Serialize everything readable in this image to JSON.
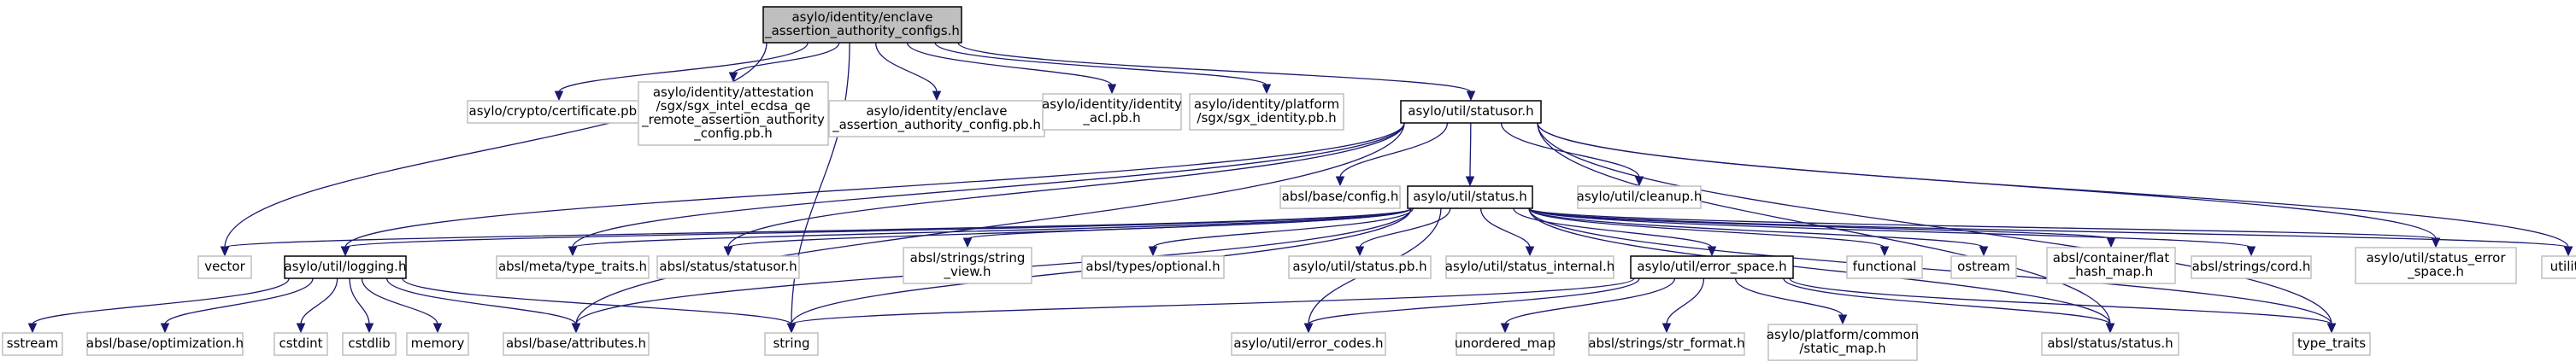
{
  "diagram": {
    "type": "include-dependency-graph",
    "colors": {
      "edge": "#191970",
      "main_fill": "#bfbfbf",
      "project_border": "#000000",
      "external_border": "#bfbfbf",
      "background": "#ffffff"
    },
    "nodes": [
      {
        "id": "root",
        "kind": "main",
        "lines": [
          "asylo/identity/enclave",
          "_assertion_authority_configs.h"
        ]
      },
      {
        "id": "certificate_pb",
        "kind": "ext",
        "lines": [
          "asylo/crypto/certificate.pb.h"
        ]
      },
      {
        "id": "ecdsa_qe_pb",
        "kind": "ext",
        "lines": [
          "asylo/identity/attestation",
          "/sgx/sgx_intel_ecdsa_qe",
          "_remote_assertion_authority",
          "_config.pb.h"
        ]
      },
      {
        "id": "enclave_aa_config_pb",
        "kind": "ext",
        "lines": [
          "asylo/identity/enclave",
          "_assertion_authority_config.pb.h"
        ]
      },
      {
        "id": "identity_acl_pb",
        "kind": "ext",
        "lines": [
          "asylo/identity/identity",
          "_acl.pb.h"
        ]
      },
      {
        "id": "sgx_identity_pb",
        "kind": "ext",
        "lines": [
          "asylo/identity/platform",
          "/sgx/sgx_identity.pb.h"
        ]
      },
      {
        "id": "statusor",
        "kind": "proj",
        "lines": [
          "asylo/util/statusor.h"
        ]
      },
      {
        "id": "base_config",
        "kind": "ext",
        "lines": [
          "absl/base/config.h"
        ]
      },
      {
        "id": "status",
        "kind": "proj",
        "lines": [
          "asylo/util/status.h"
        ]
      },
      {
        "id": "cleanup",
        "kind": "ext",
        "lines": [
          "asylo/util/cleanup.h"
        ]
      },
      {
        "id": "vector",
        "kind": "ext",
        "lines": [
          "vector"
        ]
      },
      {
        "id": "logging",
        "kind": "proj",
        "lines": [
          "asylo/util/logging.h"
        ]
      },
      {
        "id": "type_traits_meta",
        "kind": "ext",
        "lines": [
          "absl/meta/type_traits.h"
        ]
      },
      {
        "id": "absl_statusor",
        "kind": "ext",
        "lines": [
          "absl/status/statusor.h"
        ]
      },
      {
        "id": "string_view",
        "kind": "ext",
        "lines": [
          "absl/strings/string",
          "_view.h"
        ]
      },
      {
        "id": "optional",
        "kind": "ext",
        "lines": [
          "absl/types/optional.h"
        ]
      },
      {
        "id": "status_pb",
        "kind": "ext",
        "lines": [
          "asylo/util/status.pb.h"
        ]
      },
      {
        "id": "status_internal",
        "kind": "ext",
        "lines": [
          "asylo/util/status_internal.h"
        ]
      },
      {
        "id": "error_space",
        "kind": "proj",
        "lines": [
          "asylo/util/error_space.h"
        ]
      },
      {
        "id": "functional",
        "kind": "ext",
        "lines": [
          "functional"
        ]
      },
      {
        "id": "ostream",
        "kind": "ext",
        "lines": [
          "ostream"
        ]
      },
      {
        "id": "flat_hash_map",
        "kind": "ext",
        "lines": [
          "absl/container/flat",
          "_hash_map.h"
        ]
      },
      {
        "id": "cord",
        "kind": "ext",
        "lines": [
          "absl/strings/cord.h"
        ]
      },
      {
        "id": "status_error_space",
        "kind": "ext",
        "lines": [
          "asylo/util/status_error",
          "_space.h"
        ]
      },
      {
        "id": "utility",
        "kind": "ext",
        "lines": [
          "utility"
        ]
      },
      {
        "id": "sstream",
        "kind": "ext",
        "lines": [
          "sstream"
        ]
      },
      {
        "id": "optimization",
        "kind": "ext",
        "lines": [
          "absl/base/optimization.h"
        ]
      },
      {
        "id": "cstdint",
        "kind": "ext",
        "lines": [
          "cstdint"
        ]
      },
      {
        "id": "cstdlib",
        "kind": "ext",
        "lines": [
          "cstdlib"
        ]
      },
      {
        "id": "memory",
        "kind": "ext",
        "lines": [
          "memory"
        ]
      },
      {
        "id": "attributes",
        "kind": "ext",
        "lines": [
          "absl/base/attributes.h"
        ]
      },
      {
        "id": "string",
        "kind": "ext",
        "lines": [
          "string"
        ]
      },
      {
        "id": "error_codes",
        "kind": "ext",
        "lines": [
          "asylo/util/error_codes.h"
        ]
      },
      {
        "id": "unordered_map",
        "kind": "ext",
        "lines": [
          "unordered_map"
        ]
      },
      {
        "id": "str_format",
        "kind": "ext",
        "lines": [
          "absl/strings/str_format.h"
        ]
      },
      {
        "id": "static_map",
        "kind": "ext",
        "lines": [
          "asylo/platform/common",
          "/static_map.h"
        ]
      },
      {
        "id": "absl_status",
        "kind": "ext",
        "lines": [
          "absl/status/status.h"
        ]
      },
      {
        "id": "type_traits",
        "kind": "ext",
        "lines": [
          "type_traits"
        ]
      }
    ],
    "edges": [
      [
        "root",
        "certificate_pb"
      ],
      [
        "root",
        "ecdsa_qe_pb"
      ],
      [
        "root",
        "enclave_aa_config_pb"
      ],
      [
        "root",
        "identity_acl_pb"
      ],
      [
        "root",
        "sgx_identity_pb"
      ],
      [
        "root",
        "statusor"
      ],
      [
        "root",
        "vector"
      ],
      [
        "root",
        "string"
      ],
      [
        "statusor",
        "base_config"
      ],
      [
        "statusor",
        "status"
      ],
      [
        "statusor",
        "cleanup"
      ],
      [
        "statusor",
        "logging"
      ],
      [
        "statusor",
        "type_traits_meta"
      ],
      [
        "statusor",
        "absl_statusor"
      ],
      [
        "statusor",
        "attributes"
      ],
      [
        "statusor",
        "status_error_space"
      ],
      [
        "statusor",
        "utility"
      ],
      [
        "statusor",
        "type_traits"
      ],
      [
        "statusor",
        "absl_status"
      ],
      [
        "status",
        "vector"
      ],
      [
        "status",
        "logging"
      ],
      [
        "status",
        "type_traits_meta"
      ],
      [
        "status",
        "absl_statusor"
      ],
      [
        "status",
        "string_view"
      ],
      [
        "status",
        "optional"
      ],
      [
        "status",
        "status_pb"
      ],
      [
        "status",
        "status_internal"
      ],
      [
        "status",
        "error_space"
      ],
      [
        "status",
        "functional"
      ],
      [
        "status",
        "ostream"
      ],
      [
        "status",
        "flat_hash_map"
      ],
      [
        "status",
        "cord"
      ],
      [
        "status",
        "status_error_space"
      ],
      [
        "status",
        "utility"
      ],
      [
        "status",
        "attributes"
      ],
      [
        "status",
        "string"
      ],
      [
        "status",
        "error_codes"
      ],
      [
        "status",
        "absl_status"
      ],
      [
        "status",
        "type_traits"
      ],
      [
        "logging",
        "sstream"
      ],
      [
        "logging",
        "optimization"
      ],
      [
        "logging",
        "cstdint"
      ],
      [
        "logging",
        "cstdlib"
      ],
      [
        "logging",
        "memory"
      ],
      [
        "logging",
        "attributes"
      ],
      [
        "logging",
        "string"
      ],
      [
        "error_space",
        "string"
      ],
      [
        "error_space",
        "error_codes"
      ],
      [
        "error_space",
        "unordered_map"
      ],
      [
        "error_space",
        "str_format"
      ],
      [
        "error_space",
        "static_map"
      ],
      [
        "error_space",
        "absl_status"
      ],
      [
        "error_space",
        "type_traits"
      ]
    ]
  }
}
